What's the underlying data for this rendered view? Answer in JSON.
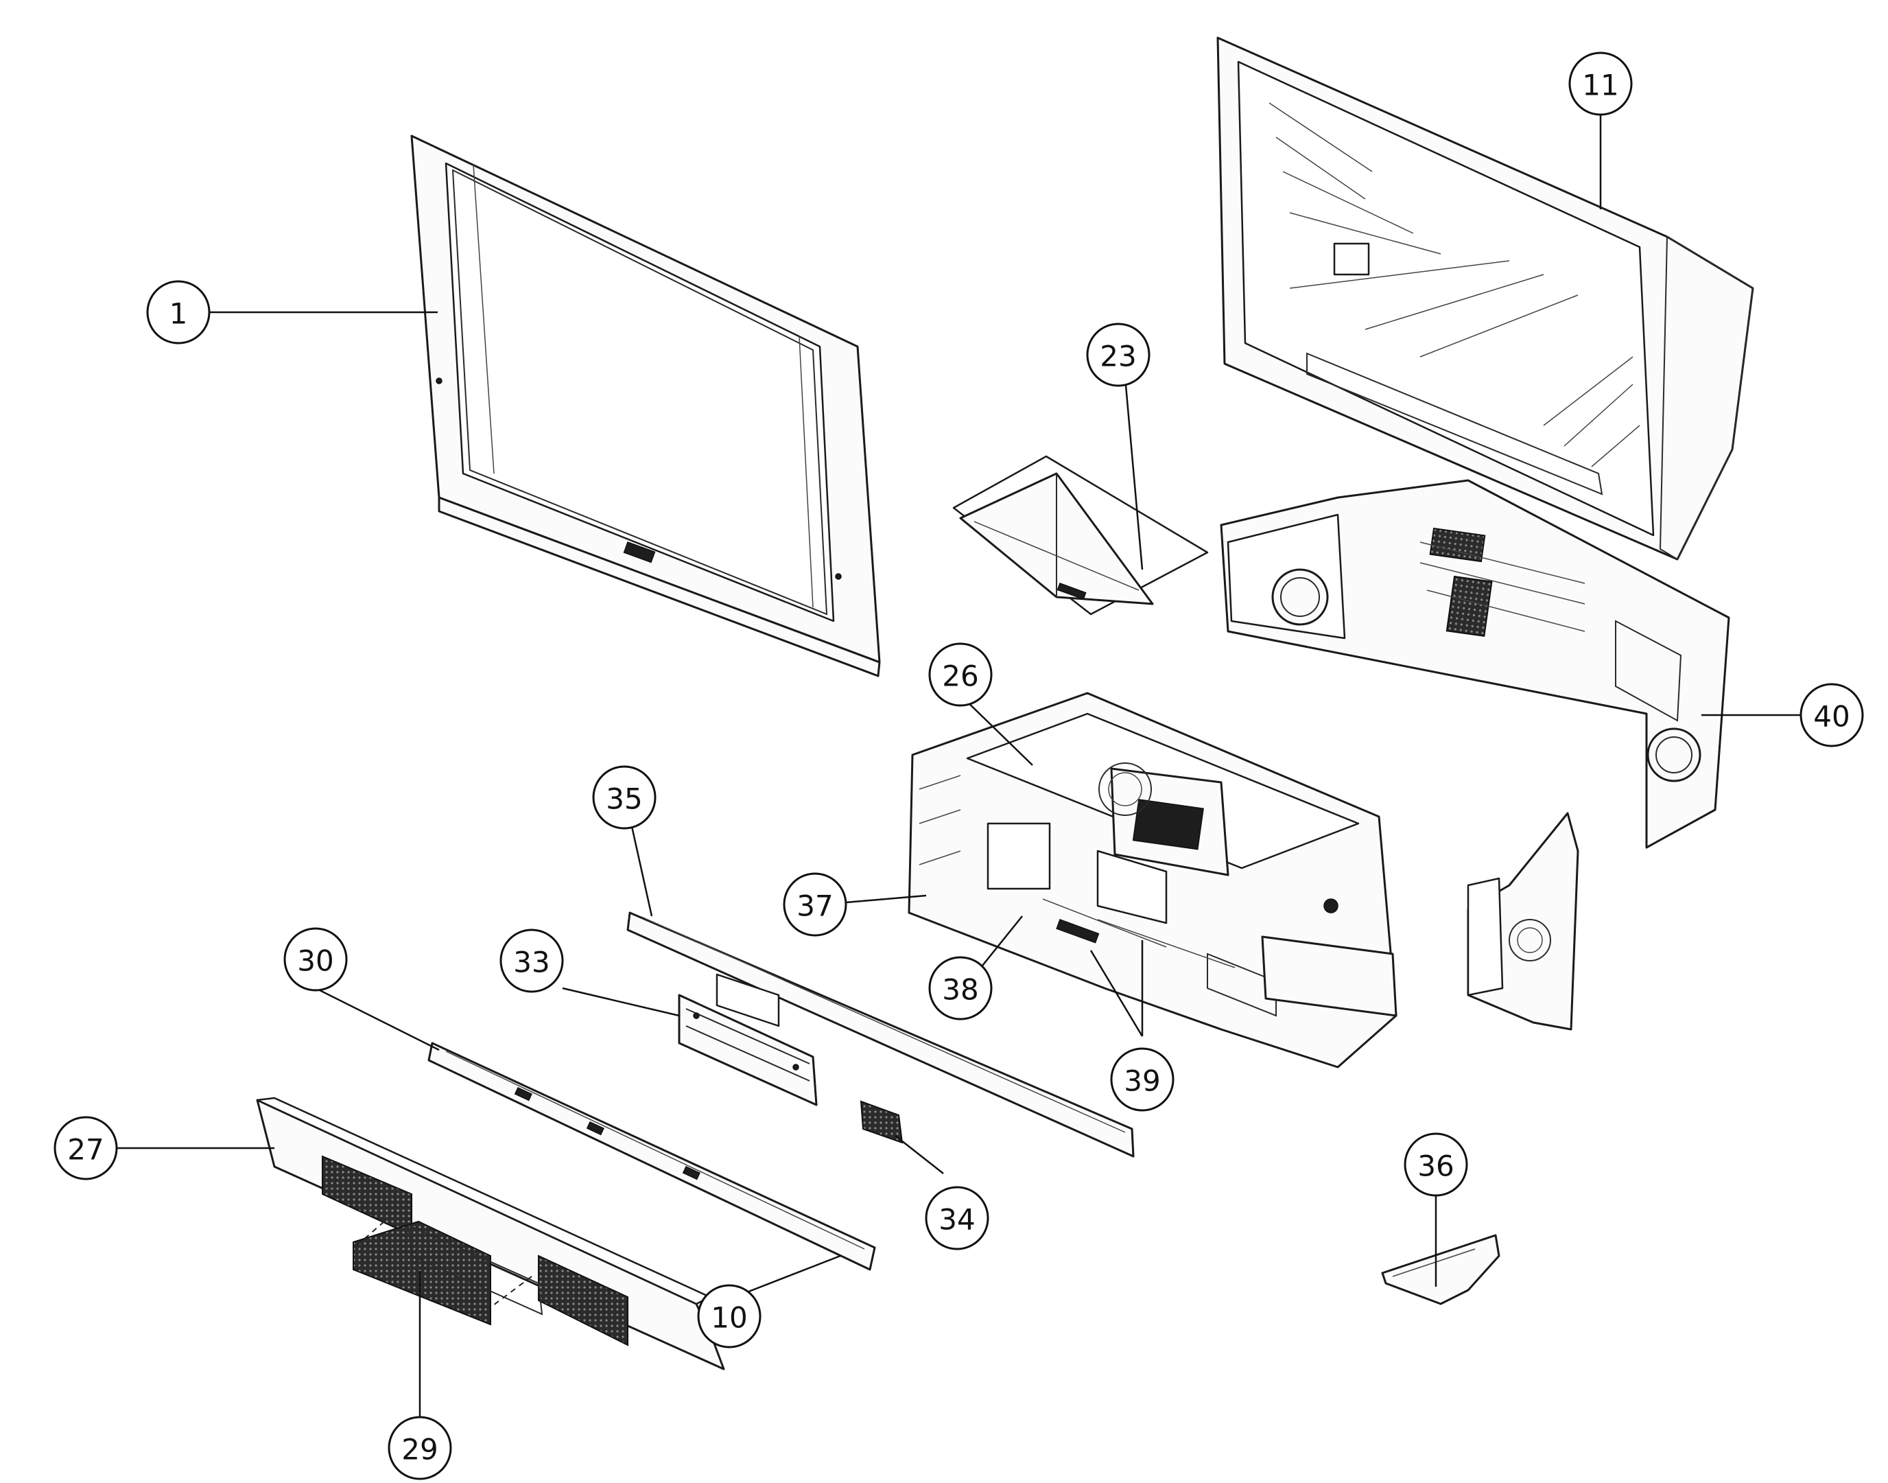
{
  "callouts": [
    {
      "key": "c1",
      "label": "1"
    },
    {
      "key": "c10",
      "label": "10"
    },
    {
      "key": "c11",
      "label": "11"
    },
    {
      "key": "c23",
      "label": "23"
    },
    {
      "key": "c26",
      "label": "26"
    },
    {
      "key": "c27",
      "label": "27"
    },
    {
      "key": "c29",
      "label": "29"
    },
    {
      "key": "c30",
      "label": "30"
    },
    {
      "key": "c33",
      "label": "33"
    },
    {
      "key": "c34",
      "label": "34"
    },
    {
      "key": "c35",
      "label": "35"
    },
    {
      "key": "c36",
      "label": "36"
    },
    {
      "key": "c37",
      "label": "37"
    },
    {
      "key": "c38",
      "label": "38"
    },
    {
      "key": "c39",
      "label": "39"
    },
    {
      "key": "c40",
      "label": "40"
    }
  ],
  "colors": {
    "line": "#111111",
    "background": "#ffffff",
    "fill_dark": "#1d1d1d"
  }
}
